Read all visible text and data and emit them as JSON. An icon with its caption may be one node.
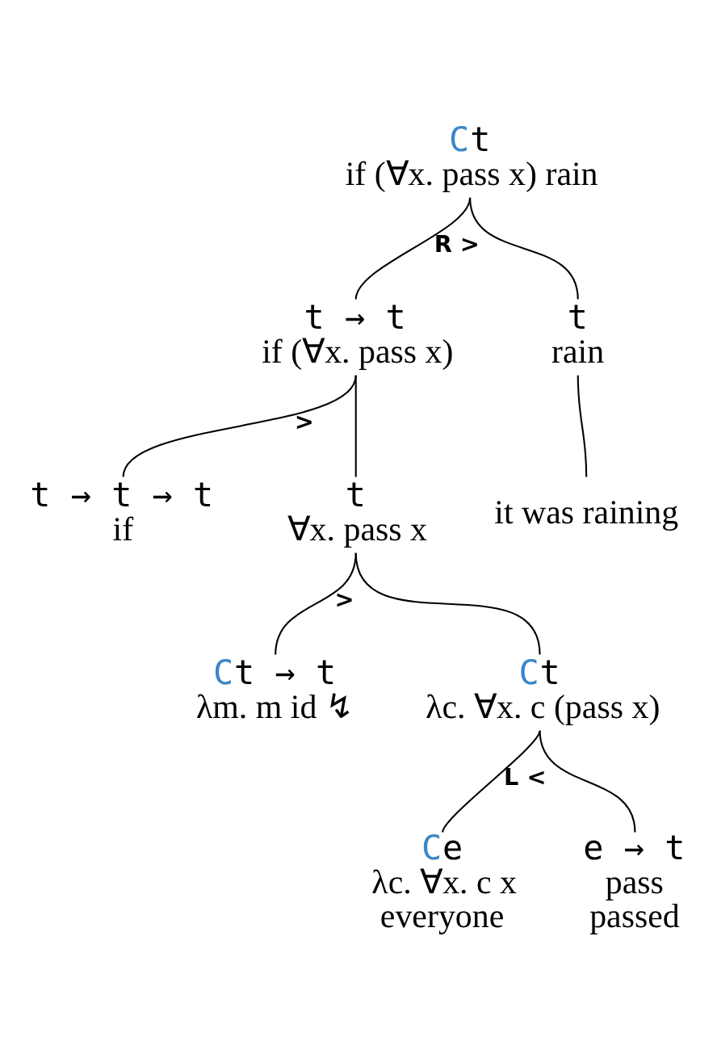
{
  "diagram": {
    "nodes": [
      {
        "text": [
          "Ct",
          "if (∀x. pass x) rain"
        ]
      },
      {
        "text": [
          "t → t",
          "if (∀x. pass x)"
        ]
      },
      {
        "text": [
          "t",
          "rain"
        ]
      },
      {
        "text": [
          "t → t → t",
          "if"
        ]
      },
      {
        "text": [
          "t",
          "∀x. pass x"
        ]
      },
      {
        "text": [
          "it was raining"
        ]
      },
      {
        "text": [
          "Ct → t",
          "λm. m id ↯"
        ]
      },
      {
        "text": [
          "Ct",
          "λc. ∀x. c (pass x)"
        ]
      },
      {
        "text": [
          "Ce",
          "λc. ∀x. c x",
          "everyone"
        ]
      },
      {
        "text": [
          "e → t",
          "pass",
          "passed"
        ]
      }
    ],
    "edges": [
      {
        "from": 0,
        "to": 1,
        "arrow": "none",
        "label": "R >"
      },
      {
        "from": 0,
        "to": 2,
        "arrow": "none"
      },
      {
        "from": 1,
        "to": 3,
        "arrow": "none",
        "label": ">"
      },
      {
        "from": 1,
        "to": 4,
        "arrow": "none"
      },
      {
        "from": 2,
        "to": 5,
        "arrow": "none"
      },
      {
        "from": 4,
        "to": 6,
        "arrow": "none",
        "label": ">"
      },
      {
        "from": 4,
        "to": 7,
        "arrow": "none"
      },
      {
        "from": 7,
        "to": 8,
        "arrow": "none",
        "label": "L <"
      },
      {
        "from": 7,
        "to": 9,
        "arrow": "none"
      }
    ]
  }
}
